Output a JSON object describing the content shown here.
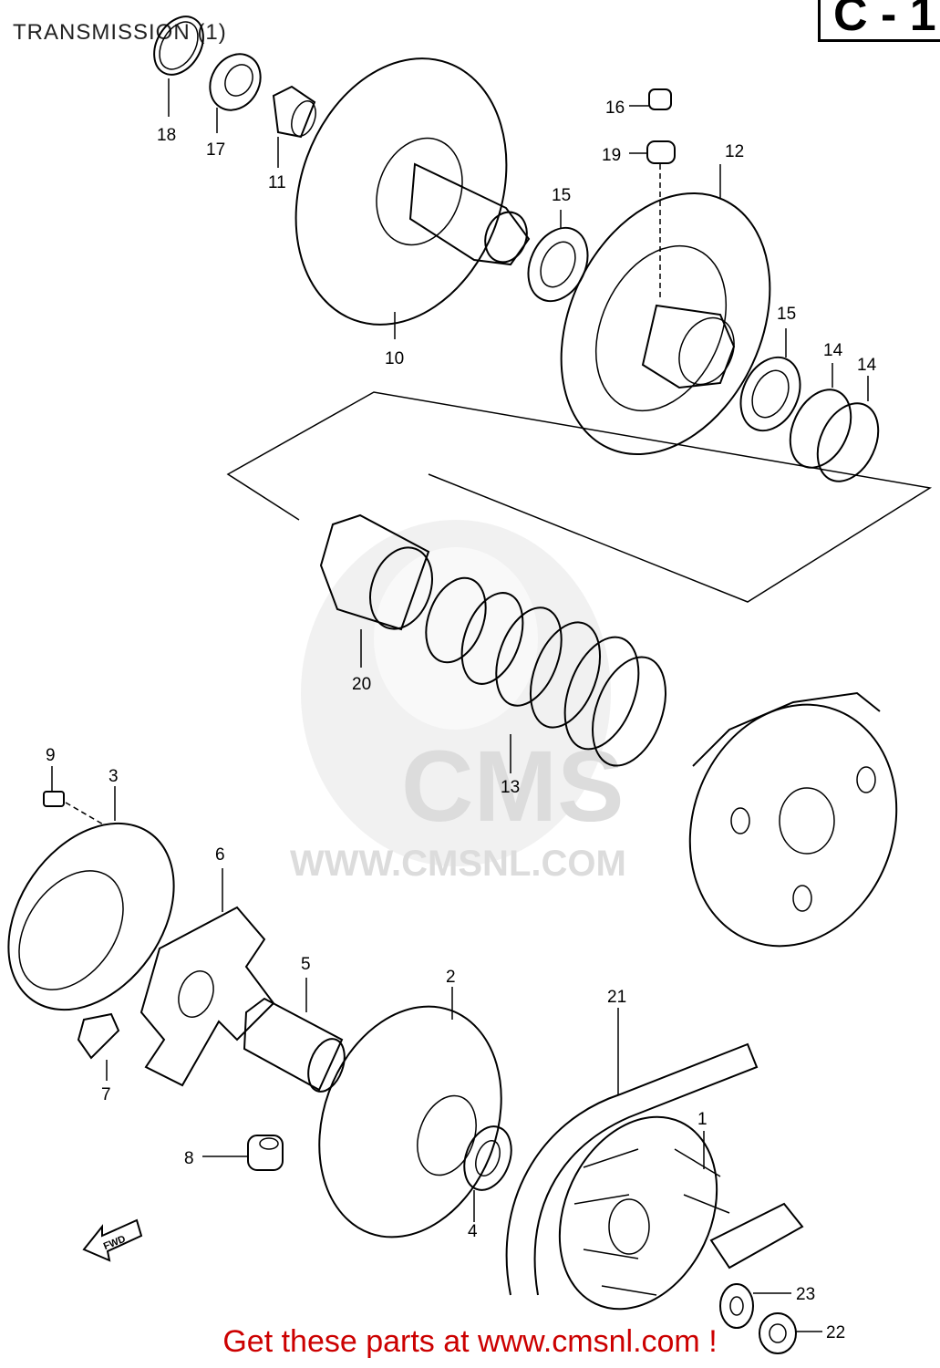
{
  "title": "TRANSMISSION (1)",
  "badge": "C - 1",
  "watermark": {
    "logo_text": "CMS",
    "url_text": "WWW.CMSNL.COM"
  },
  "direction_arrow_text": "FWD",
  "part_labels": [
    "1",
    "2",
    "3",
    "4",
    "5",
    "6",
    "7",
    "8",
    "9",
    "10",
    "11",
    "12",
    "13",
    "14",
    "14",
    "15",
    "15",
    "16",
    "17",
    "18",
    "19",
    "20",
    "21",
    "22",
    "23"
  ],
  "footer": "Get these parts at www.cmsnl.com !"
}
